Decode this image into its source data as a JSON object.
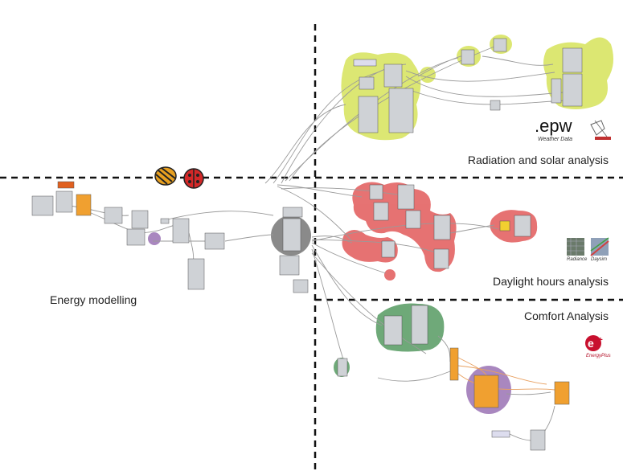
{
  "labels": {
    "radiation": "Radiation and solar analysis",
    "daylight": "Daylight hours analysis",
    "comfort": "Comfort Analysis",
    "energy": "Energy modelling",
    "epw": ".epw",
    "weather": "Weather Data",
    "radiance": "Radiance",
    "daysim": "Daysim",
    "energyplus": "EnergyPlus"
  },
  "icons": {
    "honeybee": "honeybee-icon",
    "ladybug": "ladybug-icon",
    "energyplus": "energyplus-logo-icon",
    "weather": "weather-tool-icon",
    "radiance": "radiance-icon",
    "daysim": "daysim-icon"
  },
  "colors": {
    "radiation_group": "#d6e35a",
    "daylight_group": "#e25a5a",
    "comfort_group": "#5fa06a",
    "energy_hub": "#8a8a8a",
    "comfort_purple": "#a07ab8",
    "orange_component": "#f0a030",
    "divider": "#111111"
  }
}
